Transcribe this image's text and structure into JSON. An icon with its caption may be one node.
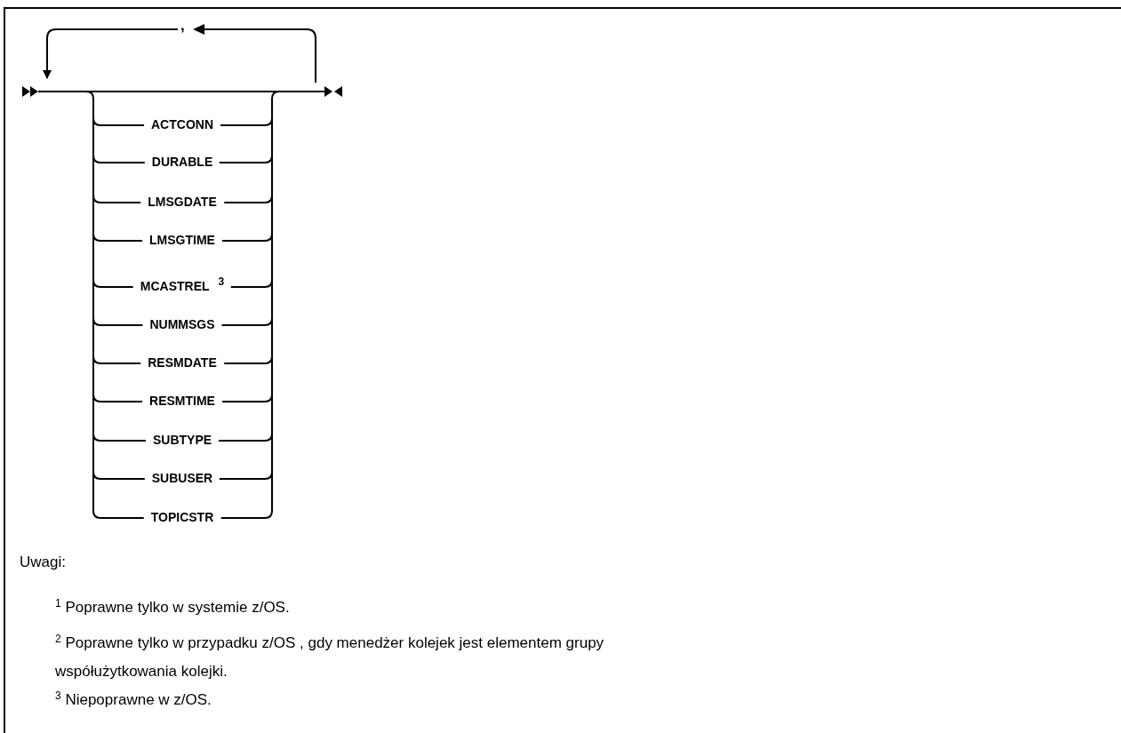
{
  "diagram": {
    "nodes": [
      {
        "text": [
          "ACTCONN"
        ]
      },
      {
        "text": [
          "DURABLE"
        ]
      },
      {
        "text": [
          "LMSGDATE"
        ]
      },
      {
        "text": [
          "LMSGTIME"
        ]
      },
      {
        "text": [
          "MCASTREL$^{3}$"
        ]
      },
      {
        "text": [
          "NUMMSGS"
        ]
      },
      {
        "text": [
          "RESMDATE"
        ]
      },
      {
        "text": [
          "RESMTIME"
        ]
      },
      {
        "text": [
          "SUBTYPE"
        ]
      },
      {
        "text": [
          "SUBUSER"
        ]
      },
      {
        "text": [
          "TOPICSTR"
        ]
      }
    ],
    "labels": [
      ",",
      "Uwagi:",
      "$^{1}$ Poprawne tylko w systemie z/OS.",
      "$^{2}$ Poprawne tylko w przypadku z/OS , gdy menedżer kolejek jest elementem grupy współużytkowania kolejki.",
      "$^{3}$ Niepoprawne w z/OS."
    ]
  }
}
